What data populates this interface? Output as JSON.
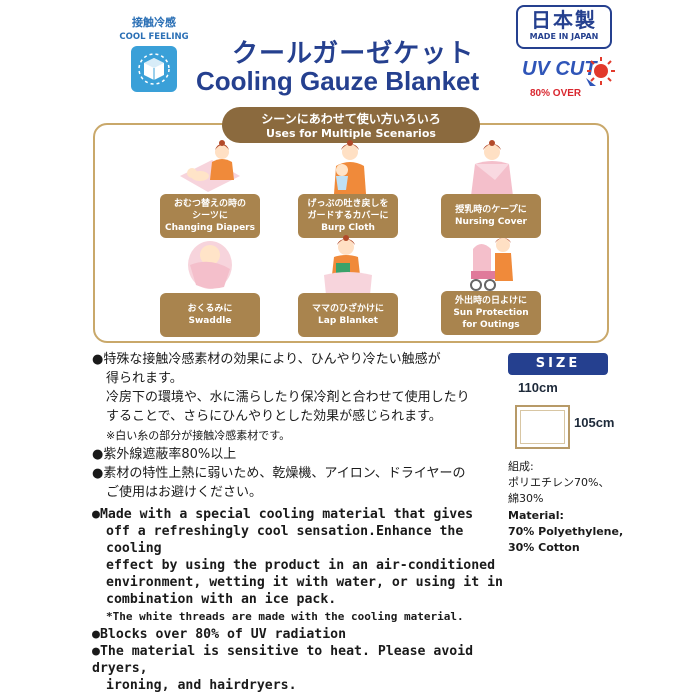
{
  "header": {
    "cool_badge": {
      "jp": "接触冷感",
      "en": "COOL FEELING",
      "icon": "cool-cube-icon"
    },
    "title_jp": "クールガーゼケット",
    "title_en": "Cooling Gauze Blanket",
    "made_in": {
      "jp": "日本製",
      "en": "MADE IN JAPAN"
    },
    "uv": {
      "label": "UV CUT",
      "sub": "80% OVER",
      "icon": "sun-icon"
    }
  },
  "scenarios": {
    "banner_jp": "シーンにあわせて使い方いろいろ",
    "banner_en": "Uses for Multiple Scenarios",
    "items": [
      {
        "jp": "おむつ替えの時の\nシーツに",
        "en": "Changing Diapers",
        "icon": "changing-diapers-illustration"
      },
      {
        "jp": "げっぷの吐き戻しを\nガードするカバーに",
        "en": "Burp Cloth",
        "icon": "burp-cloth-illustration"
      },
      {
        "jp": "授乳時のケープに",
        "en": "Nursing Cover",
        "icon": "nursing-cover-illustration"
      },
      {
        "jp": "おくるみに",
        "en": "Swaddle",
        "icon": "swaddle-illustration"
      },
      {
        "jp": "ママのひざかけに",
        "en": "Lap Blanket",
        "icon": "lap-blanket-illustration"
      },
      {
        "jp": "外出時の日よけに",
        "en": "Sun Protection\nfor Outings",
        "icon": "stroller-illustration"
      }
    ]
  },
  "description_jp": {
    "b1_l1": "●特殊な接触冷感素材の効果により、ひんやり冷たい触感が",
    "b1_l2": "得られます。",
    "b1_l3": "冷房下の環境や、水に濡らしたり保冷剤と合わせて使用したり",
    "b1_l4": "することで、さらにひんやりとした効果が感じられます。",
    "b1_note": "※白い糸の部分が接触冷感素材です。",
    "b2": "●紫外線遮蔽率80%以上",
    "b3_l1": "●素材の特性上熱に弱いため、乾燥機、アイロン、ドライヤーの",
    "b3_l2": "ご使用はお避けください。"
  },
  "description_en": {
    "b1_l1": "●Made with a special cooling material that gives",
    "b1_l2": "off a refreshingly cool sensation.Enhance the cooling",
    "b1_l3": "effect by using the product in an air-conditioned",
    "b1_l4": "environment, wetting it with water, or using it in",
    "b1_l5": "combination with an ice pack.",
    "b1_note": "*The white threads are made with the cooling material.",
    "b2": "●Blocks over 80% of UV radiation",
    "b3_l1": "●The material is sensitive to heat. Please avoid dryers,",
    "b3_l2": "ironing, and hairdryers."
  },
  "size": {
    "label": "SIZE",
    "width": "110cm",
    "height": "105cm"
  },
  "material": {
    "jp_heading": "組成:",
    "jp_l1": "ポリエチレン70%、",
    "jp_l2": "綿30%",
    "en_heading": "Material:",
    "en_l1": "70% Polyethylene,",
    "en_l2": "30% Cotton"
  },
  "colors": {
    "navy": "#25408f",
    "brown": "#a9844e",
    "gold_border": "#c9a86a",
    "uv_red": "#d9262e"
  }
}
